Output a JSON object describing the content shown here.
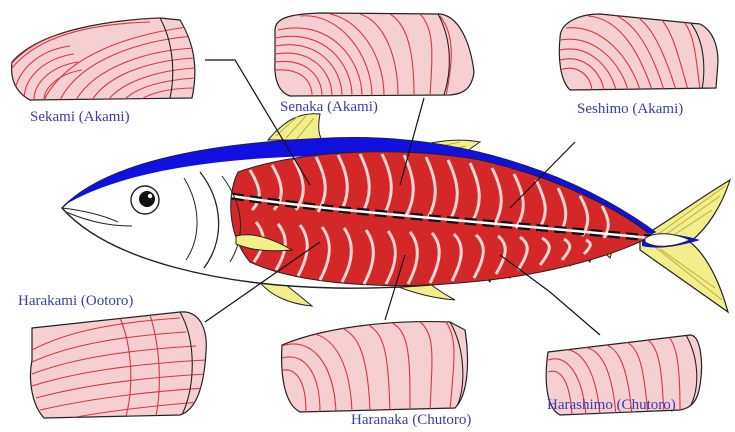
{
  "labels": {
    "sekami": "Sekami (Akami)",
    "senaka": "Senaka (Akami)",
    "seshimo": "Seshimo (Akami)",
    "harakami": "Harakami (Ootoro)",
    "haranaka": "Haranaka (Chutoro)",
    "harashimo": "Harashimo (Chutoro)"
  },
  "colors": {
    "label_text": "#3b3bb0",
    "back_stripe": "#1010e0",
    "meat": "#d42828",
    "cut_fill": "#f6cfd2",
    "cut_grain": "#d9363f",
    "fin_yellow": "#f2ee8a",
    "outline": "#222222"
  }
}
